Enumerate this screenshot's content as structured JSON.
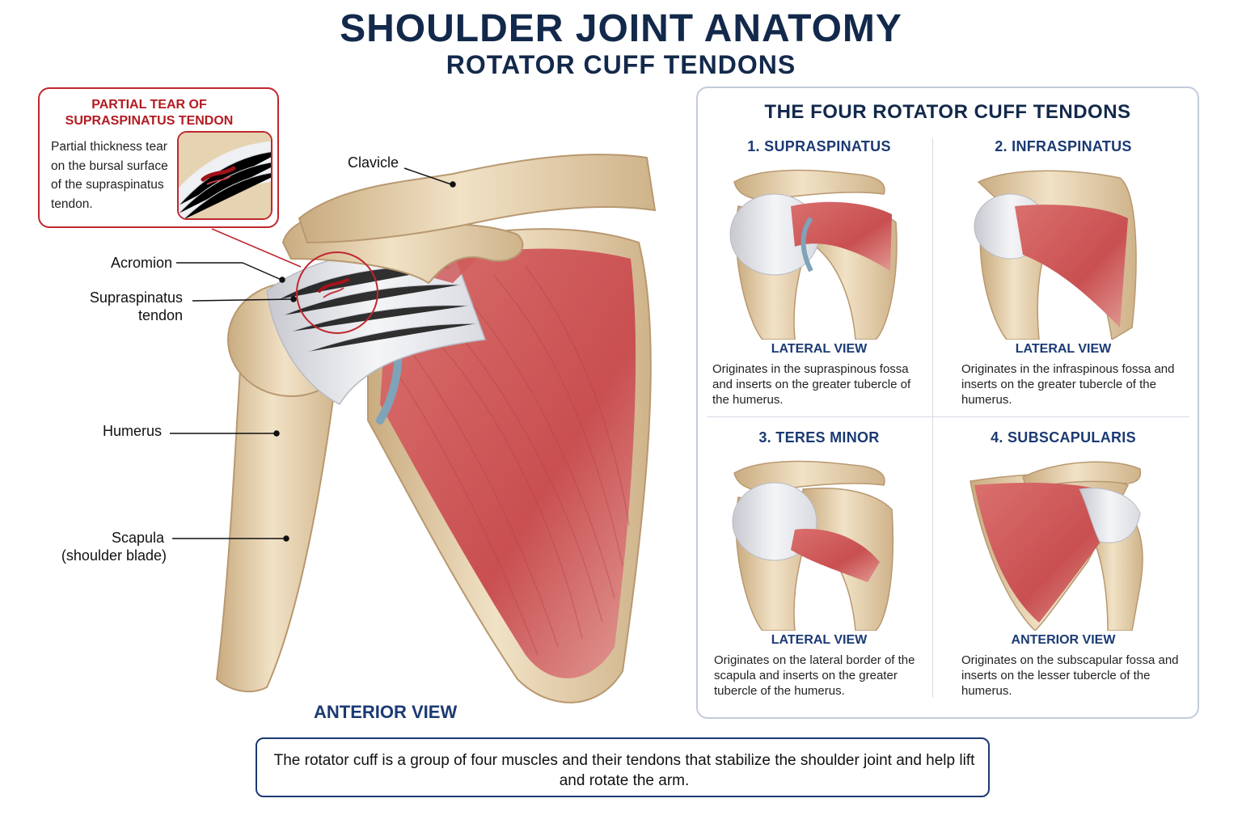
{
  "header": {
    "title": "SHOULDER JOINT ANATOMY",
    "subtitle": "ROTATOR CUFF TENDONS"
  },
  "tear_callout": {
    "title": "PARTIAL TEAR OF SUPRASPINATUS TENDON",
    "description": "Partial thickness tear on the bursal surface of the supraspinatus tendon."
  },
  "labels": {
    "clavicle": "Clavicle",
    "acromion": "Acromion",
    "supraspinatus_tendon": "Supraspinatus tendon",
    "humerus": "Humerus",
    "scapula": "Scapula",
    "scapula_note": "(shoulder blade)"
  },
  "main_view_label": "ANTERIOR VIEW",
  "panel": {
    "title": "THE FOUR ROTATOR CUFF TENDONS",
    "tendons": [
      {
        "title": "1. SUPRASPINATUS",
        "view": "LATERAL VIEW",
        "description": "Originates in the supraspinous fossa and inserts on the greater tubercle of the humerus."
      },
      {
        "title": "2. INFRASPINATUS",
        "view": "LATERAL VIEW",
        "description": "Originates in the infraspinous fossa and inserts on the greater tubercle of the humerus."
      },
      {
        "title": "3. TERES MINOR",
        "view": "LATERAL VIEW",
        "description": "Originates on the lateral border of the scapula and inserts on the greater tubercle of the humerus."
      },
      {
        "title": "4. SUBSCAPULARIS",
        "view": "ANTERIOR VIEW",
        "description": "Originates on the subscapular fossa and inserts on the lesser tubercle of the humerus."
      }
    ]
  },
  "summary": "The rotator cuff is a group of four muscles and their tendons that stabilize the shoulder joint and help lift and rotate the arm.",
  "colors": {
    "heading_navy": "#13294b",
    "accent_blue": "#1b3a73",
    "tear_red": "#c0272d",
    "bone": "#e9d6b4",
    "muscle": "#cf5a5a",
    "tendon": "#eceef2"
  }
}
